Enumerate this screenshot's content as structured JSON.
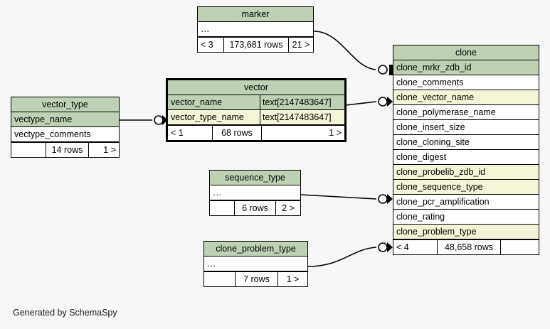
{
  "diagram": {
    "background_color": "#f7f7f7",
    "header_color": "#bed1b4",
    "primary_key_color": "#bed1b4",
    "foreign_key_color": "#f4f4d8",
    "plain_color": "#ffffff",
    "border_color": "#000000",
    "footnote": "Generated by SchemaSpy"
  },
  "tables": {
    "marker": {
      "name": "marker",
      "rows": [
        {
          "column": "…",
          "type": "",
          "kind": "plain"
        }
      ],
      "footer": {
        "left": "< 3",
        "center": "173,681 rows",
        "right": "21 >"
      }
    },
    "vector": {
      "name": "vector",
      "focused": true,
      "rows": [
        {
          "column": "vector_name",
          "type": "text[2147483647]",
          "kind": "pk"
        },
        {
          "column": "vector_type_name",
          "type": "text[2147483647]",
          "kind": "fk"
        }
      ],
      "footer": {
        "left": "< 1",
        "center": "68 rows",
        "right": "1 >"
      }
    },
    "vector_type": {
      "name": "vector_type",
      "rows": [
        {
          "column": "vectype_name",
          "type": "",
          "kind": "pk"
        },
        {
          "column": "vectype_comments",
          "type": "",
          "kind": "plain"
        }
      ],
      "footer": {
        "left": "",
        "center": "14 rows",
        "right": "1 >"
      }
    },
    "sequence_type": {
      "name": "sequence_type",
      "rows": [
        {
          "column": "…",
          "type": "",
          "kind": "plain"
        }
      ],
      "footer": {
        "left": "",
        "center": "6 rows",
        "right": "2 >"
      }
    },
    "clone_problem_type": {
      "name": "clone_problem_type",
      "rows": [
        {
          "column": "…",
          "type": "",
          "kind": "plain"
        }
      ],
      "footer": {
        "left": "",
        "center": "7 rows",
        "right": "1 >"
      }
    },
    "clone": {
      "name": "clone",
      "rows": [
        {
          "column": "clone_mrkr_zdb_id",
          "type": "",
          "kind": "pk"
        },
        {
          "column": "clone_comments",
          "type": "",
          "kind": "plain"
        },
        {
          "column": "clone_vector_name",
          "type": "",
          "kind": "fk"
        },
        {
          "column": "clone_polymerase_name",
          "type": "",
          "kind": "plain"
        },
        {
          "column": "clone_insert_size",
          "type": "",
          "kind": "plain"
        },
        {
          "column": "clone_cloning_site",
          "type": "",
          "kind": "plain"
        },
        {
          "column": "clone_digest",
          "type": "",
          "kind": "plain"
        },
        {
          "column": "clone_probelib_zdb_id",
          "type": "",
          "kind": "fk"
        },
        {
          "column": "clone_sequence_type",
          "type": "",
          "kind": "fk"
        },
        {
          "column": "clone_pcr_amplification",
          "type": "",
          "kind": "plain"
        },
        {
          "column": "clone_rating",
          "type": "",
          "kind": "plain"
        },
        {
          "column": "clone_problem_type",
          "type": "",
          "kind": "fk"
        }
      ],
      "footer": {
        "left": "< 4",
        "center": "48,658 rows",
        "right": ""
      }
    }
  },
  "relationships": [
    {
      "name": "marker-to-clone",
      "from": "marker",
      "to": "clone",
      "to_column": "clone_mrkr_zdb_id",
      "end": "one"
    },
    {
      "name": "vector-to-clone",
      "from": "vector",
      "to": "clone",
      "to_column": "clone_vector_name",
      "end": "many"
    },
    {
      "name": "vector_type-to-vector",
      "from": "vector_type",
      "to": "vector",
      "to_column": "vector_type_name",
      "end": "many"
    },
    {
      "name": "sequence_type-to-clone",
      "from": "sequence_type",
      "to": "clone",
      "to_column": "clone_sequence_type",
      "end": "many"
    },
    {
      "name": "clone_problem_type-to-clone",
      "from": "clone_problem_type",
      "to": "clone",
      "to_column": "clone_problem_type",
      "end": "many"
    }
  ]
}
